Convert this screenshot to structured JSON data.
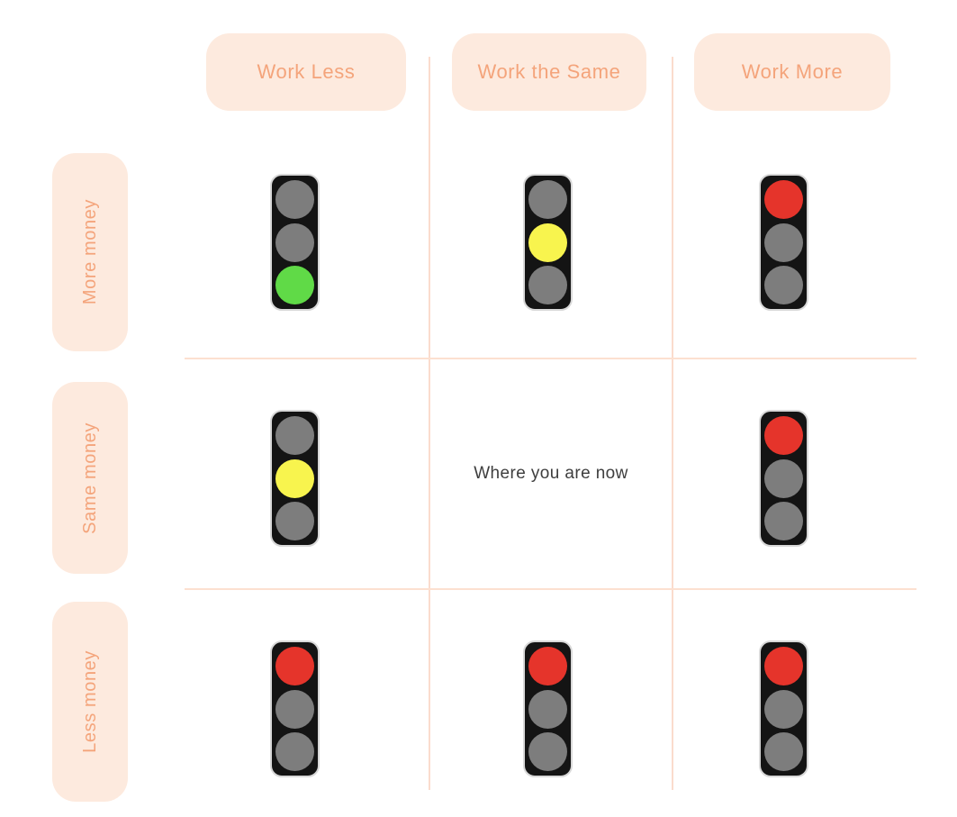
{
  "matrix": {
    "columns": [
      "Work Less",
      "Work the Same",
      "Work More"
    ],
    "rows": [
      "More money",
      "Same money",
      "Less money"
    ],
    "cells": [
      [
        {
          "icon": "traffic-light",
          "lights": [
            "off",
            "off",
            "green"
          ]
        },
        {
          "icon": "traffic-light",
          "lights": [
            "off",
            "yellow",
            "off"
          ]
        },
        {
          "icon": "traffic-light",
          "lights": [
            "red",
            "off",
            "off"
          ]
        }
      ],
      [
        {
          "icon": "traffic-light",
          "lights": [
            "off",
            "yellow",
            "off"
          ]
        },
        {
          "icon": "text",
          "text": "Where you are now"
        },
        {
          "icon": "traffic-light",
          "lights": [
            "red",
            "off",
            "off"
          ]
        }
      ],
      [
        {
          "icon": "traffic-light",
          "lights": [
            "red",
            "off",
            "off"
          ]
        },
        {
          "icon": "traffic-light",
          "lights": [
            "red",
            "off",
            "off"
          ]
        },
        {
          "icon": "traffic-light",
          "lights": [
            "red",
            "off",
            "off"
          ]
        }
      ]
    ]
  },
  "colors": {
    "background": "#ffffff",
    "label-bg": "#fdeade",
    "label-text": "#f4a47b",
    "grid-line-v": "#fbdccd",
    "grid-line-h": "#fce0d0",
    "light-body": "#141414",
    "light-outline": "#d8d8d8",
    "lamp-off": "#7d7d7d",
    "lamp-red": "#e5342b",
    "lamp-yellow": "#f8f44e",
    "lamp-green": "#60da47",
    "center-text": "#3e3e3e"
  }
}
